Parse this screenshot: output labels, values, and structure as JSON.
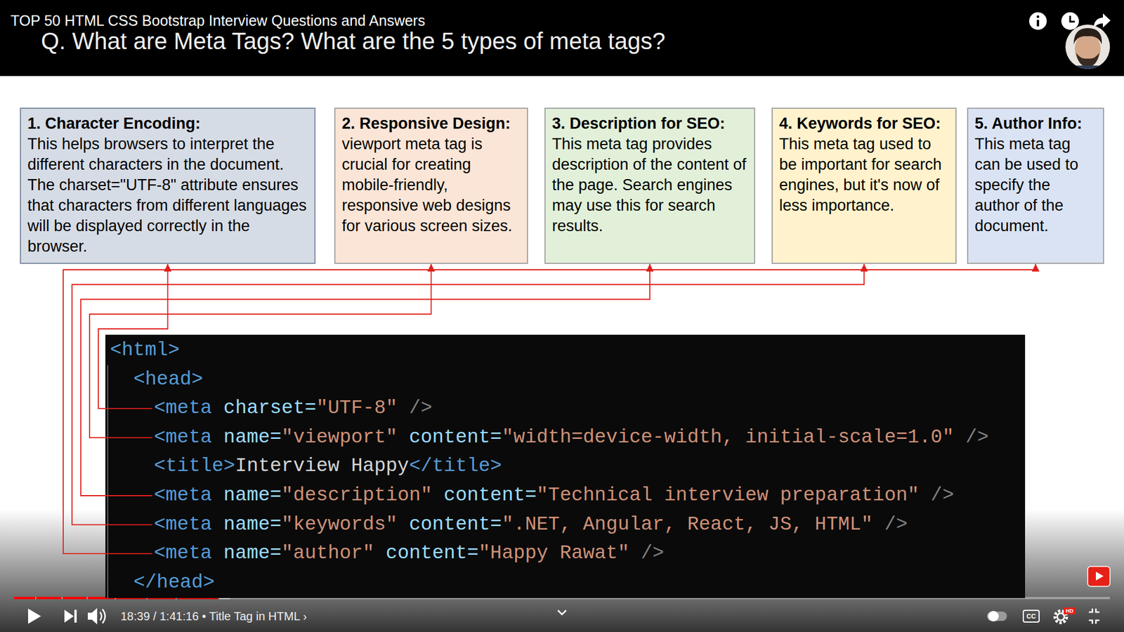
{
  "diagram": {
    "title": "Q. What are Meta Tags? What are the 5 types of meta tags?",
    "nodes": [
      {
        "text": [
          "1. Character Encoding:",
          "This helps browsers to interpret the different characters in the document. The charset=\"UTF-8\" attribute ensures that characters from different languages will be displayed correctly in the browser."
        ]
      },
      {
        "text": [
          "2. Responsive Design:",
          "viewport meta tag is crucial for creating mobile-friendly, responsive web designs for various screen sizes."
        ]
      },
      {
        "text": [
          "3. Description for SEO:",
          "This meta tag provides description of the content of the page. Search engines may use this for search results."
        ]
      },
      {
        "text": [
          "4. Keywords for SEO:",
          "This meta tag used to be important for search engines, but it's now of less importance."
        ]
      },
      {
        "text": [
          "5. Author Info:",
          "This meta tag can be used to specify the author of the document."
        ]
      },
      {
        "text": [
          "<html>",
          "<head>",
          "</head>"
        ]
      },
      {
        "text": [
          "<meta",
          "charset=",
          "\"UTF-8\"",
          "/>"
        ],
        "in": 5
      },
      {
        "text": [
          "<meta",
          "name=",
          "\"viewport\"",
          "content=",
          "\"width=device-width, initial-scale=1.0\"",
          "/>"
        ],
        "in": 5
      },
      {
        "text": [
          "<title>",
          "Interview Happy",
          "</title>"
        ],
        "in": 5
      },
      {
        "text": [
          "<meta",
          "name=",
          "\"description\"",
          "content=",
          "\"Technical interview preparation\"",
          "/>"
        ],
        "in": 5
      },
      {
        "text": [
          "<meta",
          "name=",
          "\"keywords\"",
          "content=",
          "\".NET, Angular, React, JS, HTML\"",
          "/>"
        ],
        "in": 5
      },
      {
        "text": [
          "<meta",
          "name=",
          "\"author\"",
          "content=",
          "\"Happy Rawat\"",
          "/>"
        ],
        "in": 5
      }
    ],
    "edges": [
      {
        "from": 6,
        "to": 0,
        "arrow": "to"
      },
      {
        "from": 7,
        "to": 1,
        "arrow": "to"
      },
      {
        "from": 9,
        "to": 2,
        "arrow": "to"
      },
      {
        "from": 10,
        "to": 3,
        "arrow": "to"
      },
      {
        "from": 11,
        "to": 4,
        "arrow": "to"
      }
    ],
    "labels": [
      "TOP 50 HTML CSS Bootstrap Interview Questions and Answers",
      "18:39 / 1:41:16 • Title Tag in HTML ›",
      "HD",
      "CC"
    ]
  }
}
